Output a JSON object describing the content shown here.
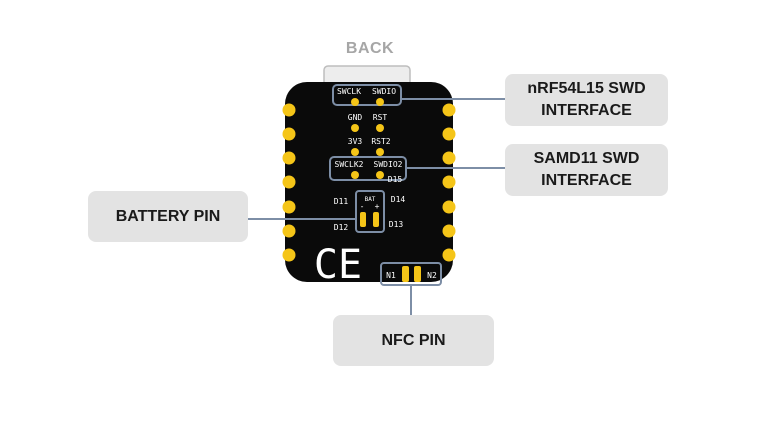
{
  "board": {
    "view_label": "BACK",
    "silkscreen": {
      "swclk": "SWCLK",
      "swdio": "SWDIO",
      "gnd": "GND",
      "rst": "RST",
      "v33": "3V3",
      "rst2": "RST2",
      "swclk2": "SWCLK2",
      "swdio2": "SWDIO2",
      "d15": "D15",
      "d11": "D11",
      "d14": "D14",
      "d12": "D12",
      "d13": "D13",
      "bat": "BAT",
      "bat_minus": "-",
      "bat_plus": "+",
      "n1": "N1",
      "n2": "N2",
      "ce_mark": "CE"
    }
  },
  "callouts": {
    "nrf_swd": {
      "line1": "nRF54L15 SWD",
      "line2": "INTERFACE"
    },
    "samd_swd": {
      "line1": "SAMD11 SWD",
      "line2": "INTERFACE"
    },
    "battery": {
      "line1": "BATTERY PIN"
    },
    "nfc": {
      "line1": "NFC PIN"
    }
  },
  "colors": {
    "board": "#0a0a0a",
    "pad": "#f5c518",
    "callout_bg": "#e3e3e3",
    "leader": "#7d8ea6",
    "connector": "#ededed"
  }
}
